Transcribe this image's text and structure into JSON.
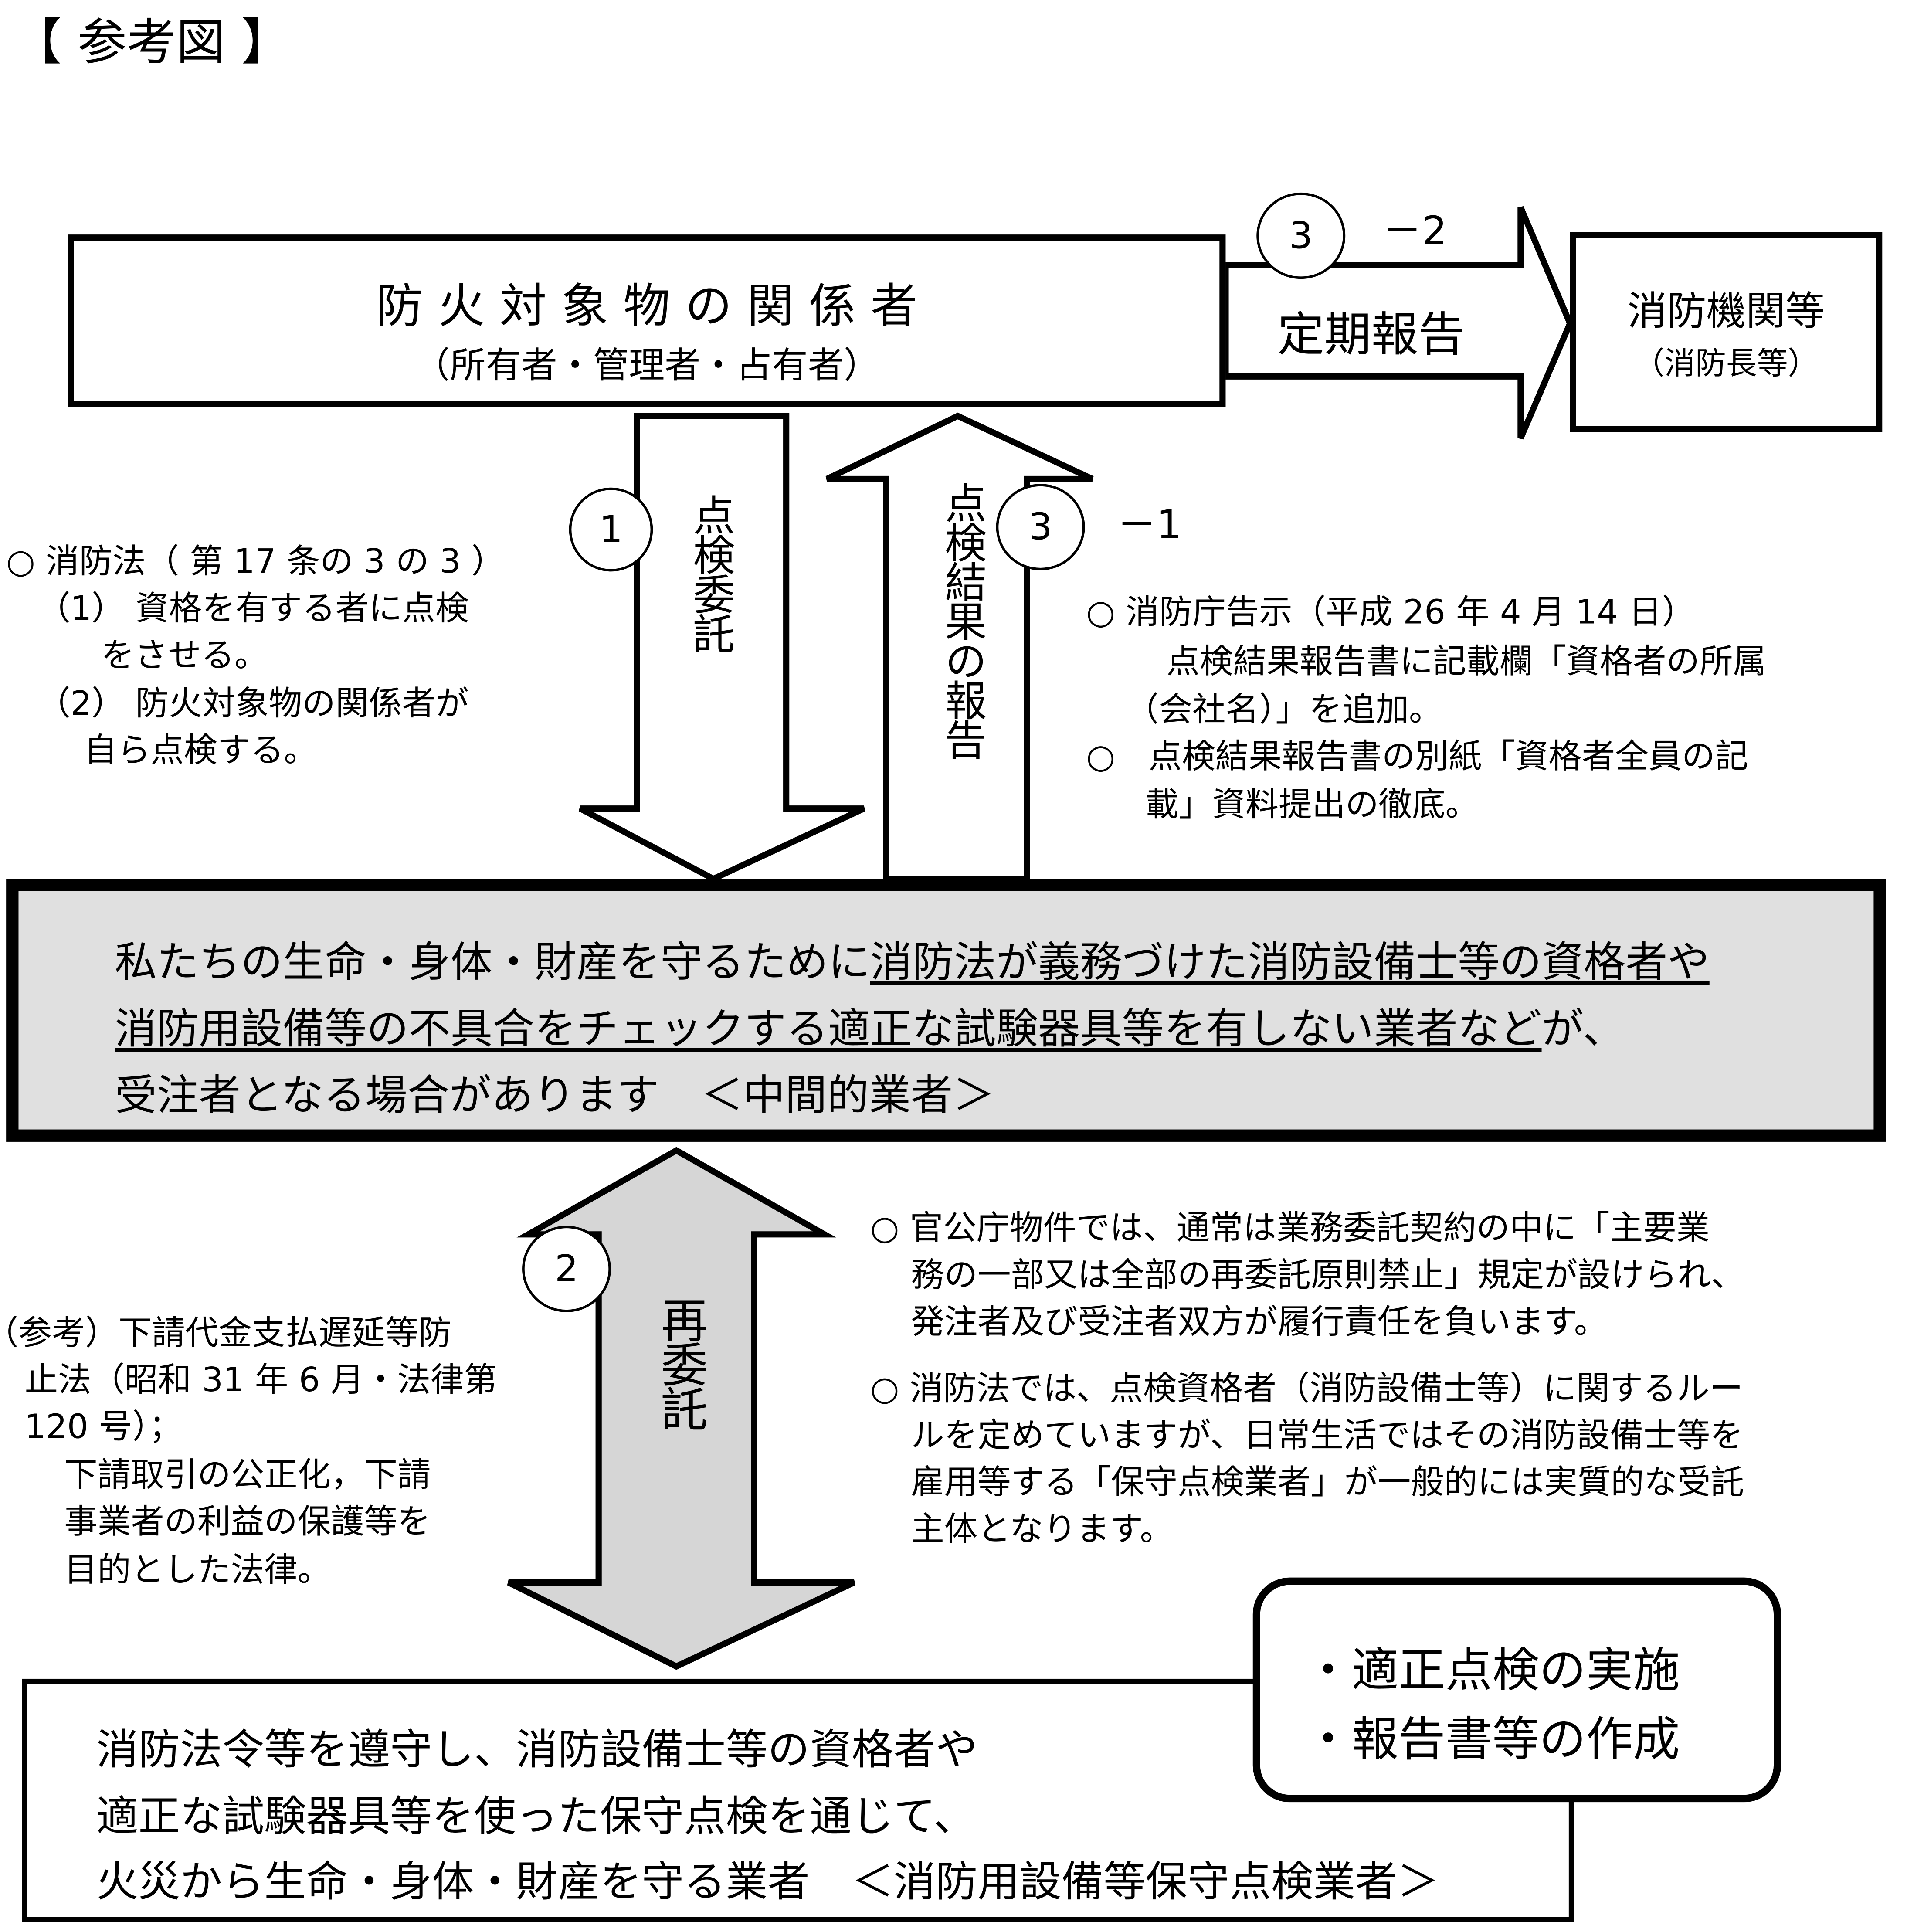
{
  "title": "【 参考図 】",
  "owner_box": {
    "title": "防 火 対 象 物 の 関 係 者",
    "subtitle": "（所有者・管理者・占有者）"
  },
  "fire_dept_box": {
    "title": "消防機関等",
    "subtitle": "（消防長等）"
  },
  "arrows": {
    "periodic_report": {
      "label": "定期報告",
      "number": "3",
      "suffix": "－2"
    },
    "inspection_contract": {
      "label": "点検委託",
      "number": "1"
    },
    "inspection_result_report": {
      "label": "点検結果の報告",
      "number": "3",
      "suffix": "－1"
    },
    "subcontract": {
      "label": "再委託",
      "number": "2"
    }
  },
  "left_note": [
    "○ 消防法（ 第 17 条の 3 の 3 ）",
    "（1） 資格を有する者に点検",
    "をさせる。",
    "（2） 防火対象物の関係者が",
    "自ら点検する。"
  ],
  "right_note": [
    "○ 消防庁告示（平成 26 年 4 月 14 日）",
    "点検結果報告書に記載欄「資格者の所属",
    "（会社名）」を追加。",
    "○　点検結果報告書の別紙「資格者全員の記",
    "載」資料提出の徹底。"
  ],
  "middle_box": {
    "line1_plain": "私たちの生命・身体・財産を守るために",
    "line1_underlined": "消防法が義務づけた消防設備士等の資格者や",
    "line2_underlined": "消防用設備等の不具合をチェックする適正な試験器具等を有しない業者など",
    "line2_plain": "が、",
    "line3": "受注者となる場合があります　＜中間的業者＞"
  },
  "reference_note": [
    "（参考）下請代金支払遅延等防",
    "止法（昭和 31 年 6 月・法律第",
    "120 号）；",
    "下請取引の公正化，下請",
    "事業者の利益の保護等を",
    "目的とした法律。"
  ],
  "government_note": [
    "○ 官公庁物件では、通常は業務委託契約の中に「主要業",
    "務の一部又は全部の再委託原則禁止」規定が設けられ、",
    "発注者及び受注者双方が履行責任を負います。",
    "○ 消防法では、点検資格者（消防設備士等）に関するルー",
    "ルを定めていますが、日常生活ではその消防設備士等を",
    "雇用等する「保守点検業者」が一般的には実質的な受託",
    "主体となります。"
  ],
  "callout": [
    "・適正点検の実施",
    "・報告書等の作成"
  ],
  "bottom_box": [
    "消防法令等を遵守し、消防設備士等の資格者や",
    "適正な試験器具等を使った保守点検を通じて、",
    "火災から生命・身体・財産を守る業者　＜消防用設備等保守点検業者＞"
  ],
  "colors": {
    "gray_fill": "#e0e0e0",
    "arrow_gray": "#d6d6d6",
    "line": "#000000"
  }
}
